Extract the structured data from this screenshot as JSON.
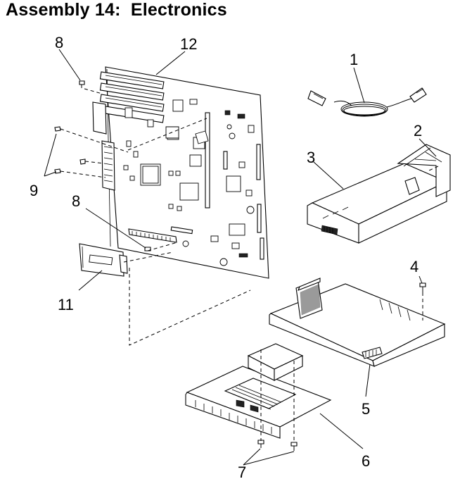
{
  "title": "Assembly 14:  Electronics",
  "callouts": {
    "c1": "1",
    "c2": "2",
    "c3": "3",
    "c4": "4",
    "c5": "5",
    "c6": "6",
    "c7": "7",
    "c8_top": "8",
    "c8_mid": "8",
    "c9": "9",
    "c11": "11",
    "c12": "12"
  }
}
